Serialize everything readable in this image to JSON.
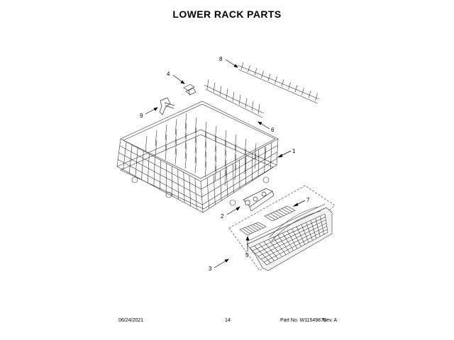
{
  "page": {
    "title": "LOWER RACK PARTS"
  },
  "callouts": [
    "1",
    "2",
    "3",
    "4",
    "5",
    "6",
    "7",
    "8",
    "9"
  ],
  "footer": {
    "date": "06/24/2021",
    "page_number": "14",
    "part_no": "Part No. W11549879",
    "revision": "Rev. A"
  }
}
